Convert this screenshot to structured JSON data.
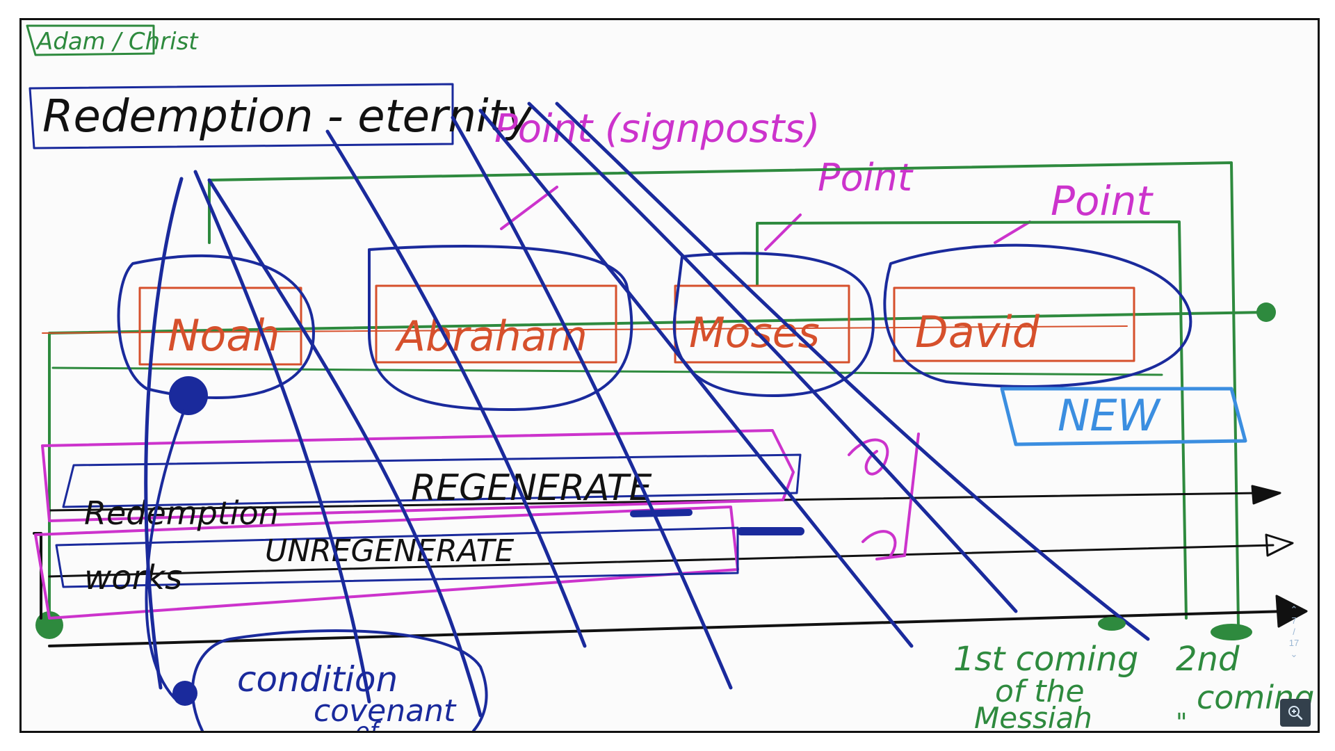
{
  "whiteboard": {
    "top_label": "Adam / Christ",
    "box_redemption_eternity": "Redemption - eternity",
    "signpost_label": "Point (signposts)",
    "point_labels": [
      "Point",
      "Point"
    ],
    "covenant_boxes": [
      "Noah",
      "Abraham",
      "Moses",
      "David"
    ],
    "new_box": "NEW",
    "regenerate": "REGENERATE",
    "redemption_row": "Redemption",
    "unregenerate": "UNREGENERATE",
    "works_row": "works",
    "condition_covenant": [
      "condition",
      "covenant",
      "of"
    ],
    "first_coming": [
      "1st coming",
      "of the",
      "Messiah"
    ],
    "second_coming": [
      "2nd",
      "coming",
      "\""
    ],
    "colors": {
      "blue": "#1a2a9c",
      "orange": "#d6502c",
      "green": "#2e8a3e",
      "magenta": "#cc33cc",
      "light_blue": "#3b8ee0",
      "black": "#111111"
    }
  },
  "viewer": {
    "page_current": "7",
    "page_total": "17",
    "zoom_icon": "zoom-in-icon"
  }
}
